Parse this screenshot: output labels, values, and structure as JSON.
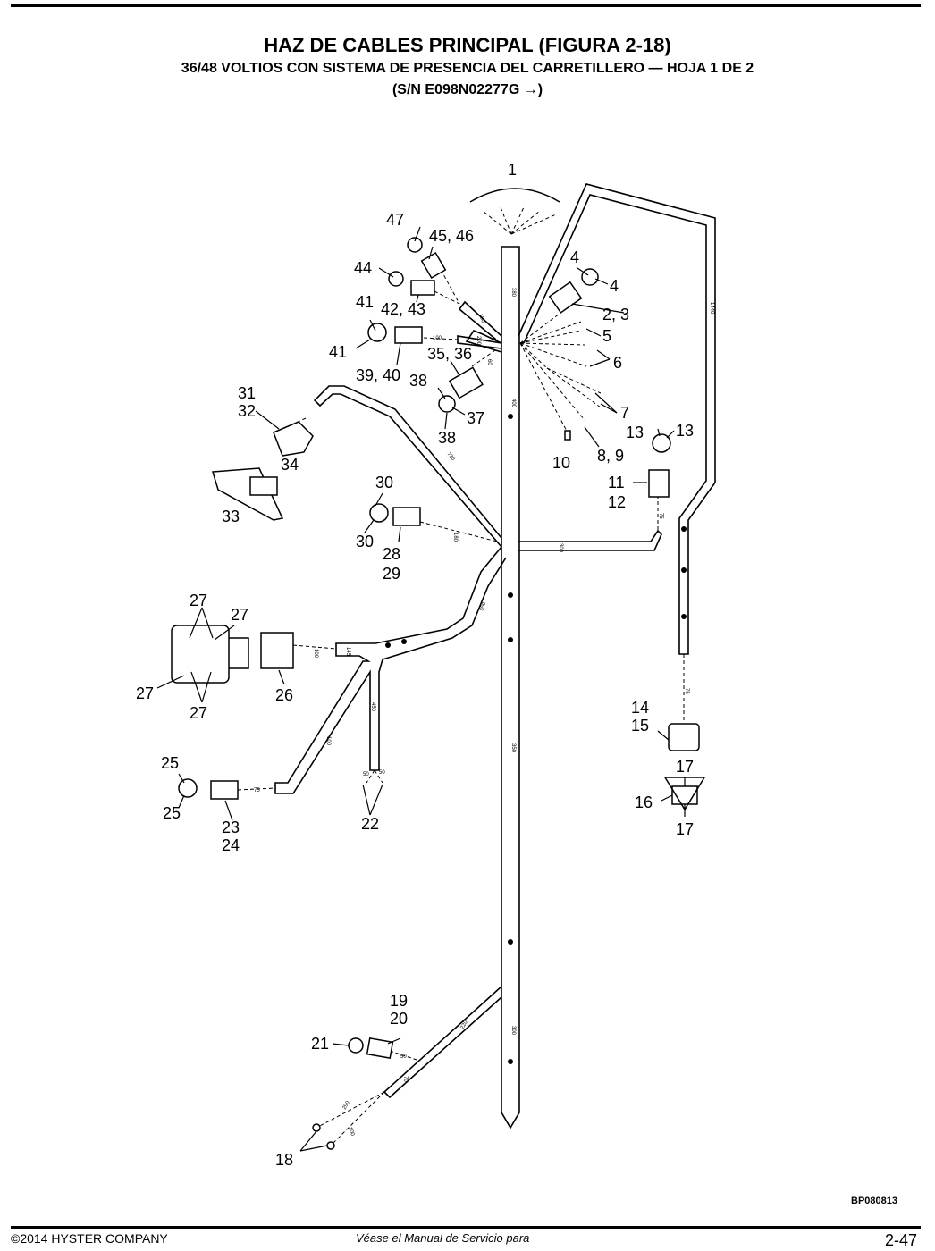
{
  "page": {
    "title": "HAZ DE CABLES PRINCIPAL (FIGURA 2-18)",
    "subtitle": "36/48 VOLTIOS CON SISTEMA DE PRESENCIA DEL CARRETILLERO — HOJA 1 DE 2",
    "serial": "(S/N E098N02277G →)"
  },
  "callouts": {
    "c1": "1",
    "c23": "2, 3",
    "c4a": "4",
    "c4b": "4",
    "c5": "5",
    "c6": "6",
    "c7": "7",
    "c89": "8, 9",
    "c10": "10",
    "c11": "11",
    "c12": "12",
    "c13a": "13",
    "c13b": "13",
    "c14": "14",
    "c15": "15",
    "c16": "16",
    "c17a": "17",
    "c17b": "17",
    "c18": "18",
    "c19": "19",
    "c20": "20",
    "c21": "21",
    "c22": "22",
    "c23n": "23",
    "c24": "24",
    "c25a": "25",
    "c25b": "25",
    "c26": "26",
    "c27a": "27",
    "c27b": "27",
    "c27c": "27",
    "c27d": "27",
    "c28": "28",
    "c29": "29",
    "c30a": "30",
    "c30b": "30",
    "c31": "31",
    "c32": "32",
    "c33": "33",
    "c34": "34",
    "c3536": "35, 36",
    "c37": "37",
    "c38a": "38",
    "c38b": "38",
    "c3940": "39, 40",
    "c41a": "41",
    "c41b": "41",
    "c4243": "42, 43",
    "c44": "44",
    "c4546": "45, 46",
    "c47": "47"
  },
  "dimensions": {
    "d380": "380",
    "d150": "150",
    "d1440": "1440",
    "d100a": "100",
    "d200": "200",
    "d400": "400",
    "d60": "60",
    "d730": "730",
    "d180": "180",
    "d300": "300",
    "d550": "550",
    "d145": "145",
    "d100b": "100",
    "d450": "450",
    "d100c": "100",
    "d75a": "75",
    "d50a": "50",
    "d50b": "50",
    "d350": "350",
    "d75b": "75",
    "d75c": "75",
    "d220": "220",
    "d300b": "300",
    "d50c": "50",
    "d70": "70",
    "d290": "290",
    "d100d": "100"
  },
  "code": "BP080813",
  "footer": {
    "copyright": "©2014 HYSTER COMPANY",
    "note": "Véase el Manual de Servicio para",
    "page_number": "2-47"
  }
}
